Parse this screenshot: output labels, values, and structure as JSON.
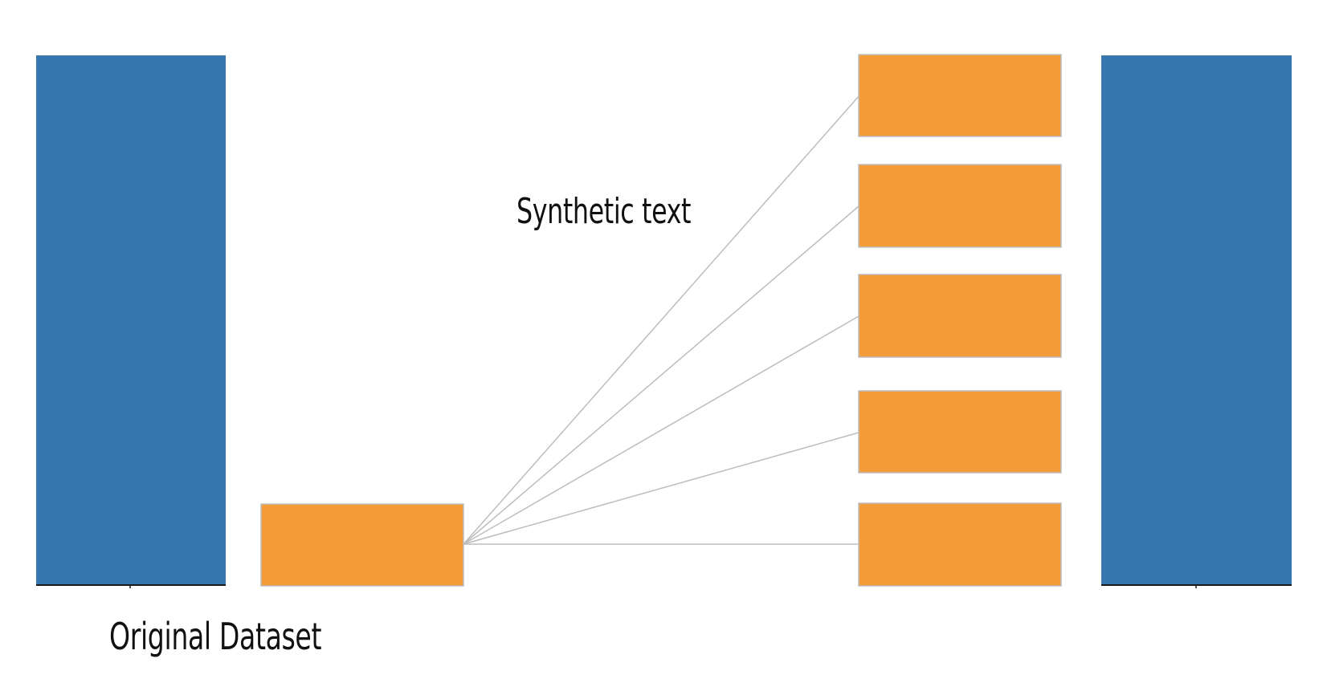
{
  "labels": {
    "synthetic_text": "Synthetic text",
    "original_dataset": "Original Dataset"
  },
  "colors": {
    "dataset_bar": "#3776af",
    "text_block": "#f39c39",
    "text_block_border": "#bdbdbd",
    "connector": "#bdbdbd",
    "baseline": "#1a1a1a"
  },
  "icons": {
    "connector": "line"
  }
}
